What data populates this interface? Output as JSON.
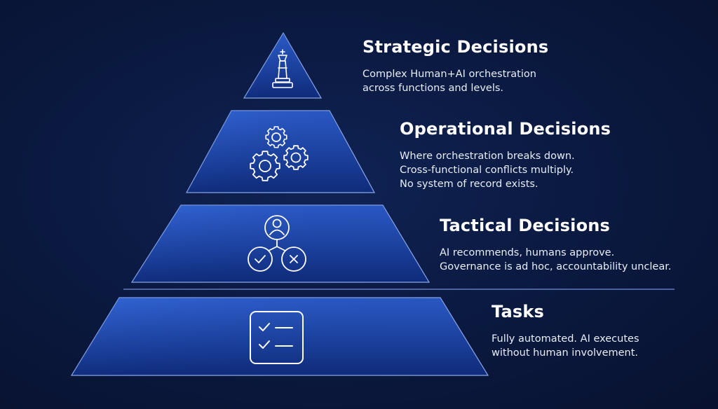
{
  "colors": {
    "background": "#0b1a42",
    "tier_fill_top": "#2856c2",
    "tier_fill_bottom": "#0f2c7c",
    "tier_stroke": "#8aa6e8",
    "divider": "#6f8fd6",
    "icon_stroke": "#ffffff"
  },
  "tiers": [
    {
      "id": "strategic",
      "icon": "chess-king-icon",
      "title": "Strategic Decisions",
      "lines": [
        "Complex Human+AI orchestration",
        "across functions and levels."
      ]
    },
    {
      "id": "operational",
      "icon": "gears-icon",
      "title": "Operational Decisions",
      "lines": [
        "Where orchestration breaks down.",
        "Cross-functional conflicts multiply.",
        "No system of record exists."
      ]
    },
    {
      "id": "tactical",
      "icon": "approval-flow-icon",
      "title": "Tactical Decisions",
      "lines": [
        "AI recommends, humans approve.",
        "Governance is ad hoc, accountability unclear."
      ]
    },
    {
      "id": "tasks",
      "icon": "checklist-icon",
      "title": "Tasks",
      "lines": [
        "Fully automated. AI executes",
        "without human involvement."
      ]
    }
  ]
}
